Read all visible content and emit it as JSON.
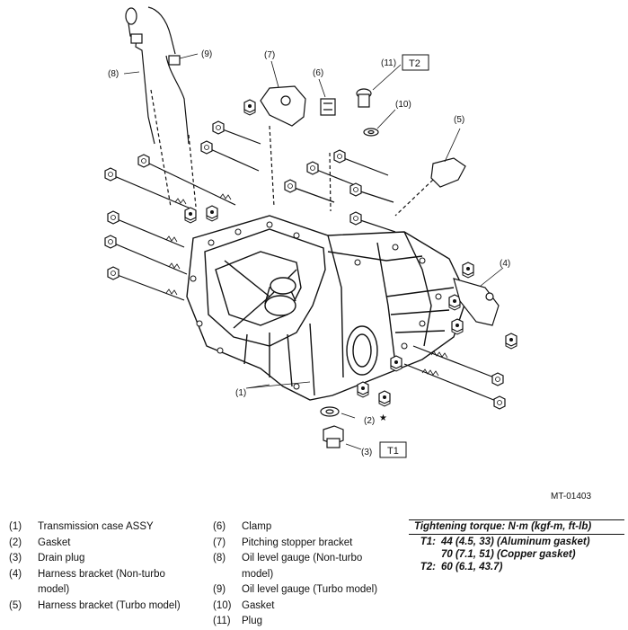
{
  "callouts": {
    "c1": "(1)",
    "c2": "(2)",
    "c2_star": "★",
    "c3": "(3)",
    "c4": "(4)",
    "c5": "(5)",
    "c6": "(6)",
    "c7": "(7)",
    "c8": "(8)",
    "c9": "(9)",
    "c10": "(10)",
    "c11": "(11)",
    "t1": "T1",
    "t2": "T2"
  },
  "figure_id": "MT-01403",
  "legend": [
    {
      "num": "(1)",
      "text": "Transmission case ASSY"
    },
    {
      "num": "(2)",
      "text": "Gasket"
    },
    {
      "num": "(3)",
      "text": "Drain plug"
    },
    {
      "num": "(4)",
      "text": "Harness bracket (Non-turbo model)"
    },
    {
      "num": "(5)",
      "text": "Harness bracket (Turbo model)"
    },
    {
      "num": "(6)",
      "text": "Clamp"
    },
    {
      "num": "(7)",
      "text": "Pitching stopper bracket"
    },
    {
      "num": "(8)",
      "text": "Oil level gauge (Non-turbo model)"
    },
    {
      "num": "(9)",
      "text": "Oil level gauge (Turbo model)"
    },
    {
      "num": "(10)",
      "text": "Gasket"
    },
    {
      "num": "(11)",
      "text": "Plug"
    }
  ],
  "torque": {
    "title": "Tightening torque: N·m (kgf-m, ft-lb)",
    "rows": [
      {
        "key": "T1:",
        "value": "44 (4.5, 33) (Aluminum gasket)"
      },
      {
        "key": "",
        "value": "70 (7.1, 51) (Copper gasket)"
      },
      {
        "key": "T2:",
        "value": "60 (6.1, 43.7)"
      }
    ]
  }
}
